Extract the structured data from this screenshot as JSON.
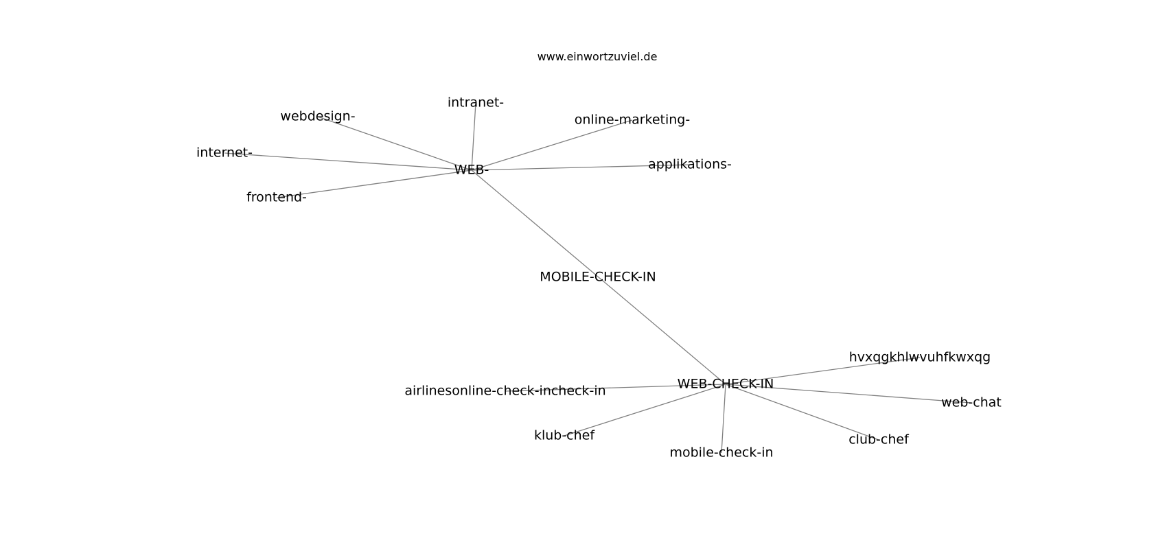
{
  "site": "www.einwortzuviel.de",
  "graph": {
    "nodes": [
      {
        "id": "web",
        "label": "WEB-"
      },
      {
        "id": "intranet",
        "label": "intranet-"
      },
      {
        "id": "webdesign",
        "label": "webdesign-"
      },
      {
        "id": "online-marketing",
        "label": "online-marketing-"
      },
      {
        "id": "internet",
        "label": "internet-"
      },
      {
        "id": "applikations",
        "label": "applikations-"
      },
      {
        "id": "frontend",
        "label": "frontend-"
      },
      {
        "id": "mobile-check-in-center",
        "label": "MOBILE-CHECK-IN"
      },
      {
        "id": "web-check-in",
        "label": "WEB-CHECK-IN"
      },
      {
        "id": "hvx",
        "label": "hvxqgkhlwvuhfkwxqg"
      },
      {
        "id": "airlines",
        "label": "airlinesonline-check-incheck-in"
      },
      {
        "id": "web-chat",
        "label": "web-chat"
      },
      {
        "id": "klub-chef",
        "label": "klub-chef"
      },
      {
        "id": "club-chef",
        "label": "club-chef"
      },
      {
        "id": "mobile-check-in",
        "label": "mobile-check-in"
      }
    ],
    "edges": [
      [
        "web",
        "intranet"
      ],
      [
        "web",
        "webdesign"
      ],
      [
        "web",
        "online-marketing"
      ],
      [
        "web",
        "internet"
      ],
      [
        "web",
        "applikations"
      ],
      [
        "web",
        "frontend"
      ],
      [
        "web",
        "web-check-in"
      ],
      [
        "web-check-in",
        "hvx"
      ],
      [
        "web-check-in",
        "airlines"
      ],
      [
        "web-check-in",
        "web-chat"
      ],
      [
        "web-check-in",
        "klub-chef"
      ],
      [
        "web-check-in",
        "club-chef"
      ],
      [
        "web-check-in",
        "mobile-check-in"
      ]
    ]
  }
}
